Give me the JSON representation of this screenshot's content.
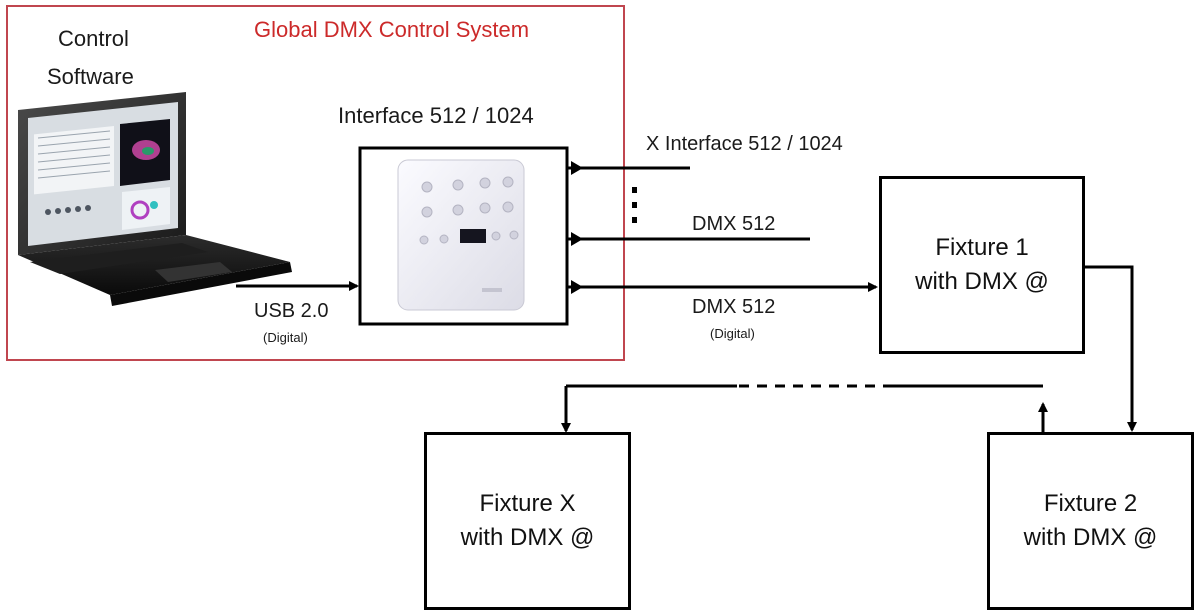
{
  "system": {
    "title": "Global DMX Control System",
    "border_color": "#c0464f",
    "title_color": "#cc2a2a"
  },
  "software": {
    "line1": "Control",
    "line2": "Software"
  },
  "interface": {
    "title": "Interface 512 / 1024"
  },
  "outputs": {
    "x_interface": "X Interface 512 / 1024",
    "dmx_a": "DMX 512",
    "dmx_b": "DMX 512",
    "dmx_b_sub": "(Digital)"
  },
  "usb": {
    "label": "USB 2.0",
    "sub": "(Digital)"
  },
  "fixtures": {
    "f1": {
      "line1": "Fixture 1",
      "line2": "with DMX @"
    },
    "f2": {
      "line1": "Fixture 2",
      "line2": "with DMX @"
    },
    "fx": {
      "line1": "Fixture X",
      "line2": "with DMX @"
    }
  },
  "icons": [
    "laptop-icon",
    "dmx-interface-device-icon"
  ]
}
